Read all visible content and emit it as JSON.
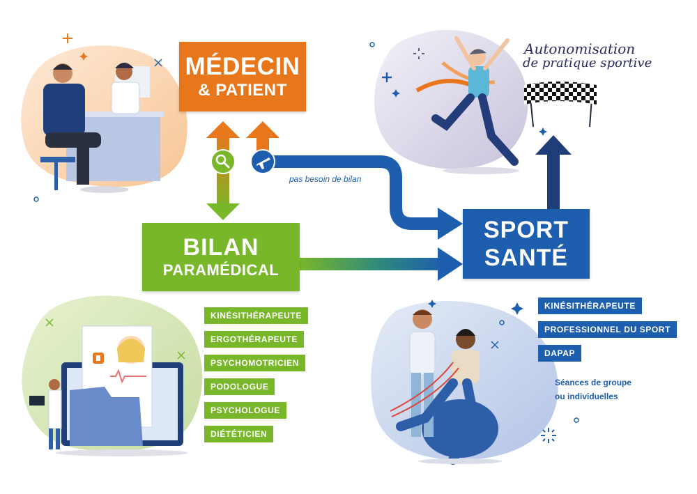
{
  "nodes": {
    "medecin": {
      "line1": "MÉDECIN",
      "line2": "& PATIENT"
    },
    "bilan": {
      "line1": "BILAN",
      "line2": "PARAMÉDICAL"
    },
    "sport": {
      "line1": "SPORT",
      "line2": "SANTÉ"
    }
  },
  "edges": {
    "direct_label": "pas besoin de bilan"
  },
  "goal": {
    "line1": "Autonomisation",
    "line2": "de pratique sportive"
  },
  "bilan_professions": [
    "KINÉSITHÉRAPEUTE",
    "ERGOTHÉRAPEUTE",
    "PSYCHOMOTRICIEN",
    "PODOLOGUE",
    "PSYCHOLOGUE",
    "DIÉTÉTICIEN"
  ],
  "sport_professions": [
    "KINÉSITHÉRAPEUTE",
    "PROFESSIONNEL DU  SPORT",
    "DAPAP"
  ],
  "sport_note": {
    "line1": "Séances de groupe",
    "line2": "ou individuelles"
  },
  "icons": [
    "magnifier-icon",
    "airplane-icon",
    "plus-icon",
    "sparkle-icon",
    "checkered-flag-icon",
    "heartbeat-icon"
  ],
  "colors": {
    "orange": "#e8761b",
    "green": "#79b72a",
    "blue": "#1d5fae",
    "navy": "#1f3e78",
    "title_ink": "#2a2b5e"
  }
}
